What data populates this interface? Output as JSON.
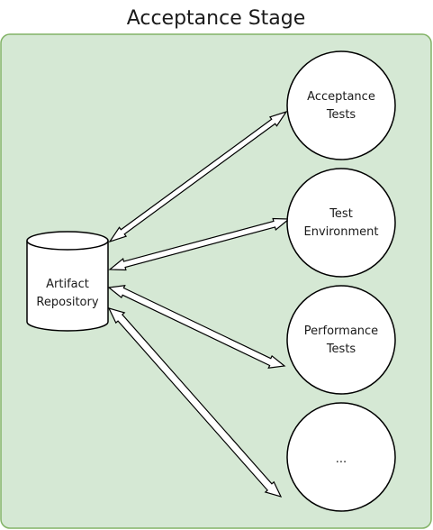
{
  "diagram": {
    "title": "Acceptance Stage",
    "colors": {
      "stage_fill": "#d5e8d4",
      "stage_stroke": "#82b366",
      "node_fill": "#ffffff",
      "node_stroke": "#000000"
    },
    "repository": {
      "line1": "Artifact",
      "line2": "Repository"
    },
    "nodes": [
      {
        "line1": "Acceptance",
        "line2": "Tests"
      },
      {
        "line1": "Test",
        "line2": "Environment"
      },
      {
        "line1": "Performance",
        "line2": "Tests"
      },
      {
        "line1": "...",
        "line2": ""
      }
    ]
  }
}
